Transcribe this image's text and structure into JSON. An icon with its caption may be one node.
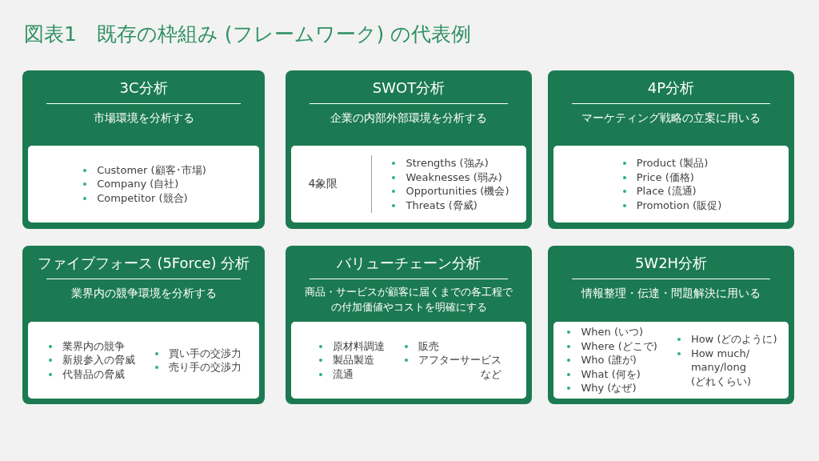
{
  "diagram": {
    "title": "図表1　既存の枠組み (フレームワーク) の代表例",
    "nodes": [
      {
        "text": [
          "3C分析",
          "市場環境を分析する"
        ]
      },
      {
        "text": [
          "Customer (顧客･市場)",
          "Company (自社)",
          "Competitor (競合)"
        ],
        "in": 0
      },
      {
        "text": [
          "SWOT分析",
          "企業の内部外部環境を分析する"
        ]
      },
      {
        "text": [
          "4象限",
          "Strengths (強み)",
          "Weaknesses (弱み)",
          "Opportunities (機会)",
          "Threats (脅威)"
        ],
        "in": 2
      },
      {
        "text": [
          "4P分析",
          "マーケティング戦略の立案に用いる"
        ]
      },
      {
        "text": [
          "Product (製品)",
          "Price (価格)",
          "Place (流通)",
          "Promotion (販促)"
        ],
        "in": 4
      },
      {
        "text": [
          "ファイブフォース (5Force) 分析",
          "業界内の競争環境を分析する"
        ]
      },
      {
        "text": [
          "業界内の競争",
          "新規参入の脅威",
          "代替品の脅威",
          "買い手の交渉力",
          "売り手の交渉力"
        ],
        "in": 6
      },
      {
        "text": [
          "バリューチェーン分析",
          "商品・サービスが顧客に届くまでの各工程での付加価値やコストを明確にする"
        ]
      },
      {
        "text": [
          "原材料調達",
          "製品製造",
          "流通",
          "販売",
          "アフターサービス",
          "など"
        ],
        "in": 8
      },
      {
        "text": [
          "5W2H分析",
          "情報整理・伝達・問題解決に用いる"
        ]
      },
      {
        "text": [
          "When (いつ)",
          "Where (どこで)",
          "Who (誰が)",
          "What (何を)",
          "Why (なぜ)",
          "How (どのように)",
          "How much/many/long (どれくらい)"
        ],
        "in": 10
      }
    ]
  }
}
